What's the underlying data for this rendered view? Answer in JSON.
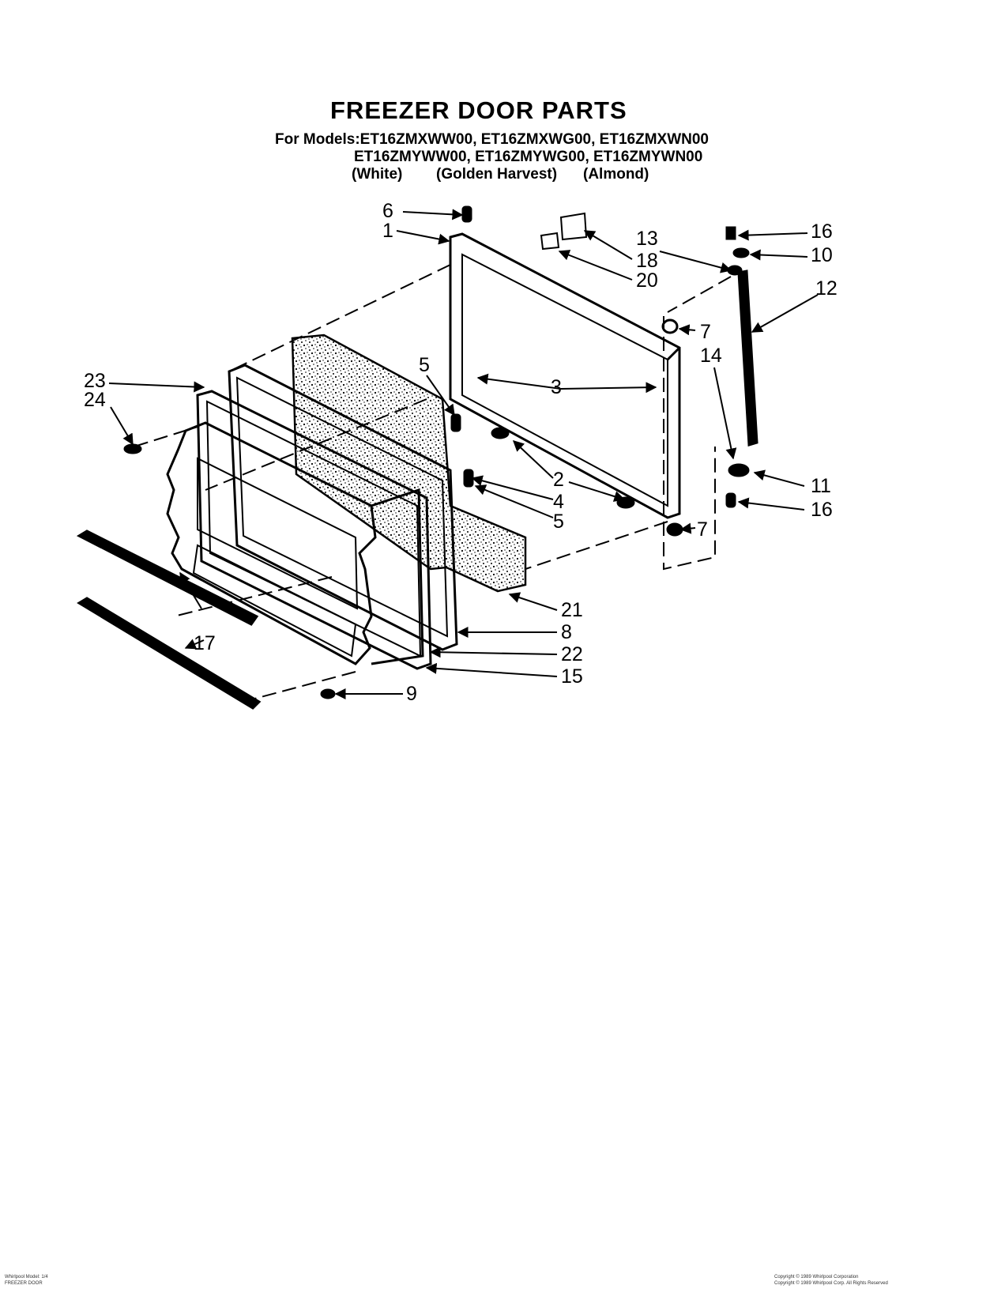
{
  "title": "FREEZER DOOR PARTS",
  "models": {
    "prefix": "For Models:",
    "line1": "ET16ZMXWW00, ET16ZMXWG00, ET16ZMXWN00",
    "line2": "ET16ZMYWW00, ET16ZMYWG00, ET16ZMYWN00"
  },
  "colors": [
    "(White)",
    "(Golden Harvest)",
    "(Almond)"
  ],
  "part_callouts": [
    "1",
    "2",
    "3",
    "4",
    "5",
    "5",
    "6",
    "7",
    "7",
    "8",
    "9",
    "10",
    "11",
    "12",
    "13",
    "14",
    "15",
    "16",
    "16",
    "17",
    "18",
    "20",
    "21",
    "22",
    "23",
    "24"
  ],
  "footer": {
    "left_line1": "Whirlpool Model: 1/4",
    "left_line2": "FREEZER DOOR",
    "right_line1": "Copyright © 1989 Whirlpool Corporation",
    "right_line2": "Copyright © 1989 Whirlpool Corp. All Rights Reserved"
  }
}
